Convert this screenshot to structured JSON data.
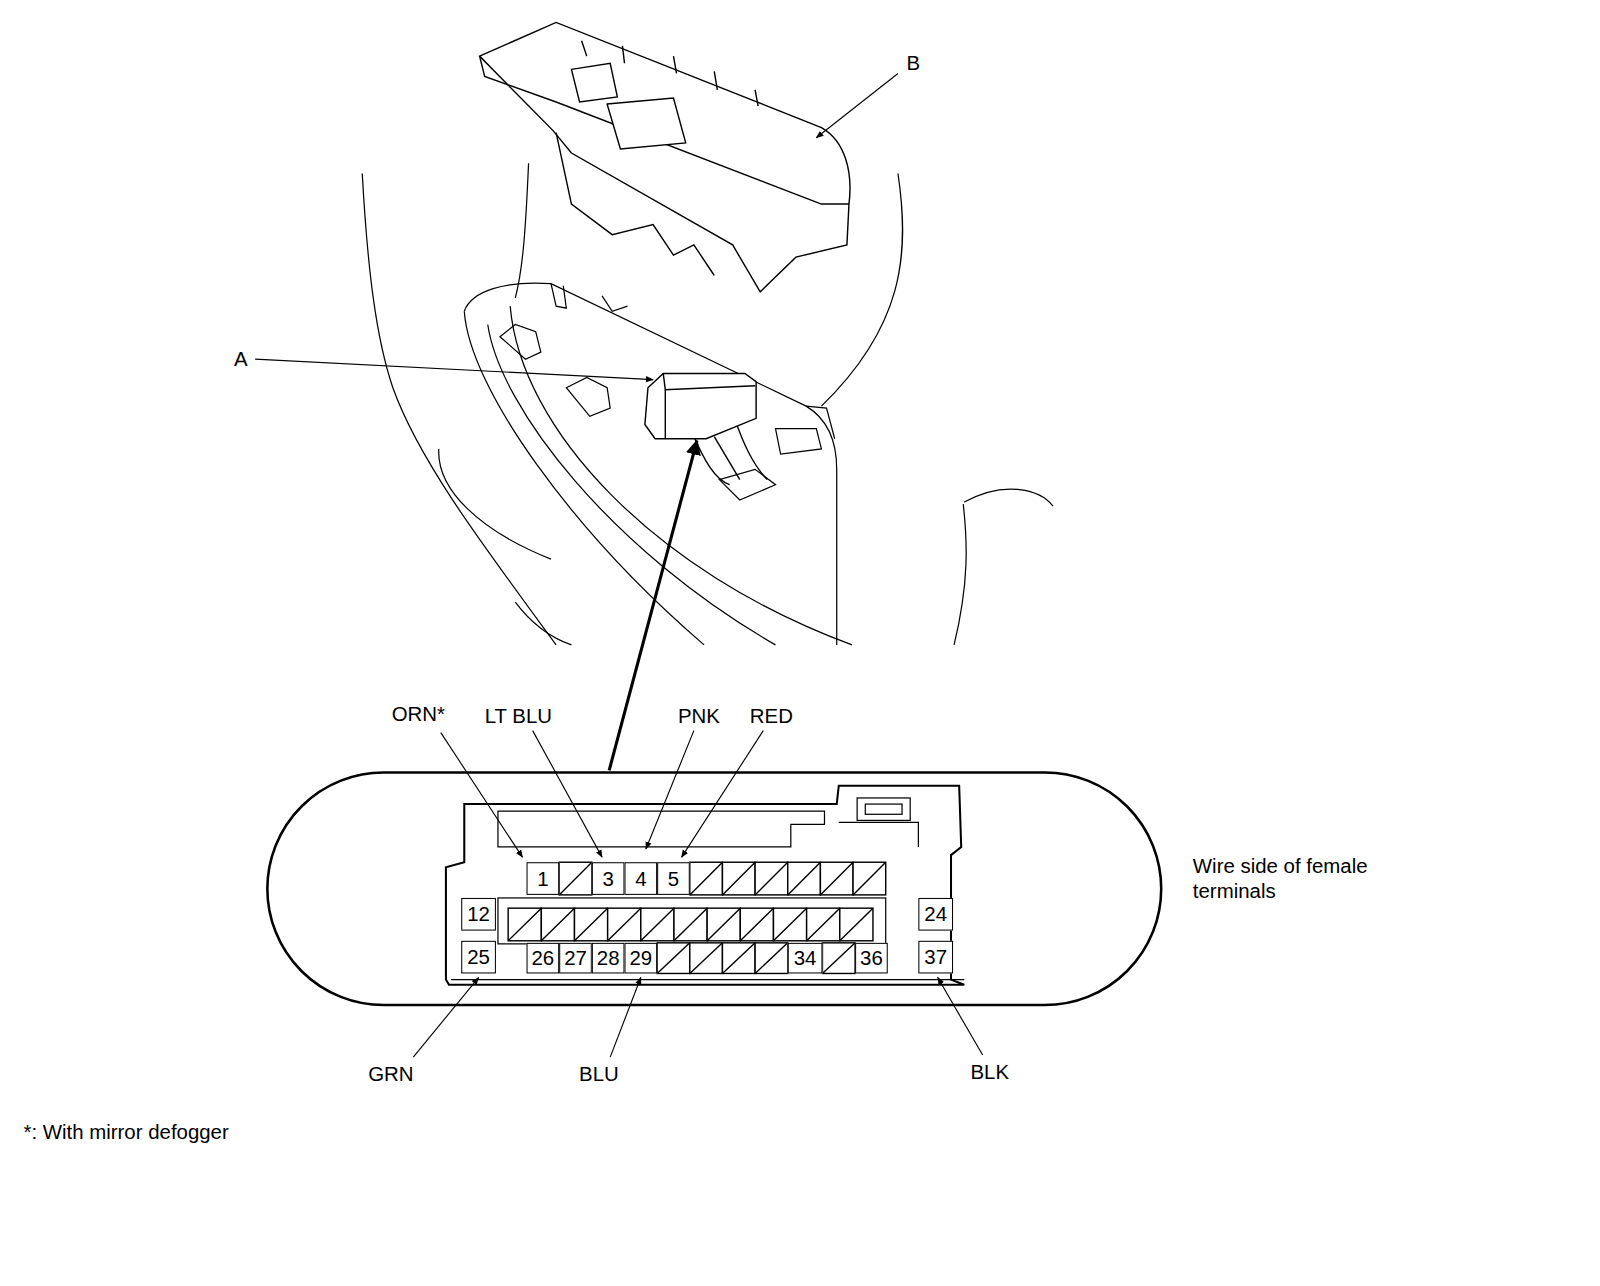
{
  "diagram": {
    "nodes": [
      {
        "text": [
          "1"
        ]
      },
      {
        "text": [
          "3"
        ]
      },
      {
        "text": [
          "4"
        ]
      },
      {
        "text": [
          "5"
        ]
      },
      {
        "text": [
          "12"
        ]
      },
      {
        "text": [
          "24"
        ]
      },
      {
        "text": [
          "25"
        ]
      },
      {
        "text": [
          "26"
        ]
      },
      {
        "text": [
          "27"
        ]
      },
      {
        "text": [
          "28"
        ]
      },
      {
        "text": [
          "29"
        ]
      },
      {
        "text": [
          "34"
        ]
      },
      {
        "text": [
          "36"
        ]
      },
      {
        "text": [
          "37"
        ]
      }
    ],
    "labels": [
      "B",
      "A",
      "ORN*",
      "LT BLU",
      "PNK",
      "RED",
      "Wire side of female terminals",
      "GRN",
      "BLU",
      "BLK",
      "*: With mirror defogger"
    ]
  }
}
